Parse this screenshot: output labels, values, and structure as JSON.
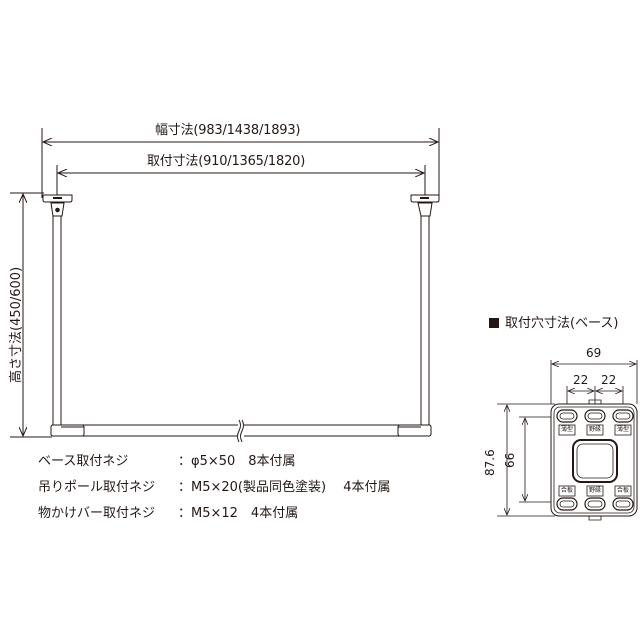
{
  "diagram": {
    "overall_width_label": "幅寸法(983/1438/1893)",
    "mount_width_label": "取付寸法(910/1365/1820)",
    "height_label": "高さ寸法(450/600)"
  },
  "specs": [
    {
      "label": "ベース取付ネジ",
      "value": "：φ5×50　8本付属"
    },
    {
      "label": "吊りポール取付ネジ",
      "value": "：M5×20(製品同色塗装)　 4本付属"
    },
    {
      "label": "物かけバー取付ネジ",
      "value": "：M5×12　4本付属"
    }
  ],
  "base_detail": {
    "title": "取付穴寸法(ベース)",
    "dim_width": "69",
    "dim_pitch_left": "22",
    "dim_pitch_right": "22",
    "dim_height": "87.6",
    "dim_hole_pitch": "66",
    "hole_labels_top": [
      "薄型",
      "野縁",
      "薄型"
    ],
    "hole_labels_bottom": [
      "合板",
      "野縁",
      "合板"
    ]
  },
  "colors": {
    "line": "#231815",
    "fill": "#ffffff"
  }
}
